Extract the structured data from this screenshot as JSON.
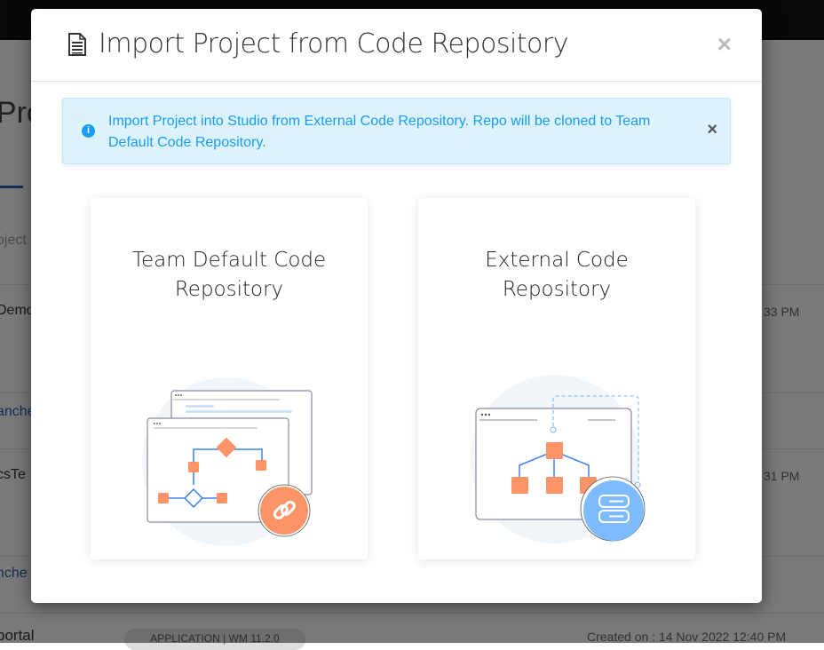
{
  "background": {
    "page_title_fragment": "Pro",
    "search_fragment": "oject",
    "projects": [
      {
        "name_fragment": "Demo",
        "link_fragment": "anche",
        "time_fragment": "33 PM"
      },
      {
        "name_fragment": "csTe",
        "link_fragment": "nche",
        "time_fragment": "31 PM"
      },
      {
        "name_fragment": "portal",
        "badge": "APPLICATION | WM 11.2.0",
        "created": "Created on : 14 Nov 2022 12:40 PM"
      }
    ]
  },
  "modal": {
    "title": "Import Project from Code Repository",
    "title_icon": "document-icon",
    "close_label": "×",
    "alert": {
      "icon": "info-icon",
      "text": "Import Project into Studio from External Code Repository. Repo will be cloned to Team Default Code Repository.",
      "close_label": "×"
    },
    "options": [
      {
        "title": "Team Default Code Repository",
        "icon": "link-icon"
      },
      {
        "title": "External Code Repository",
        "icon": "server-icon"
      }
    ]
  },
  "colors": {
    "accent_orange": "#fd9467",
    "accent_blue": "#3b82f0",
    "info_blue": "#1a9cf0",
    "server_blue": "#7fbcff"
  }
}
